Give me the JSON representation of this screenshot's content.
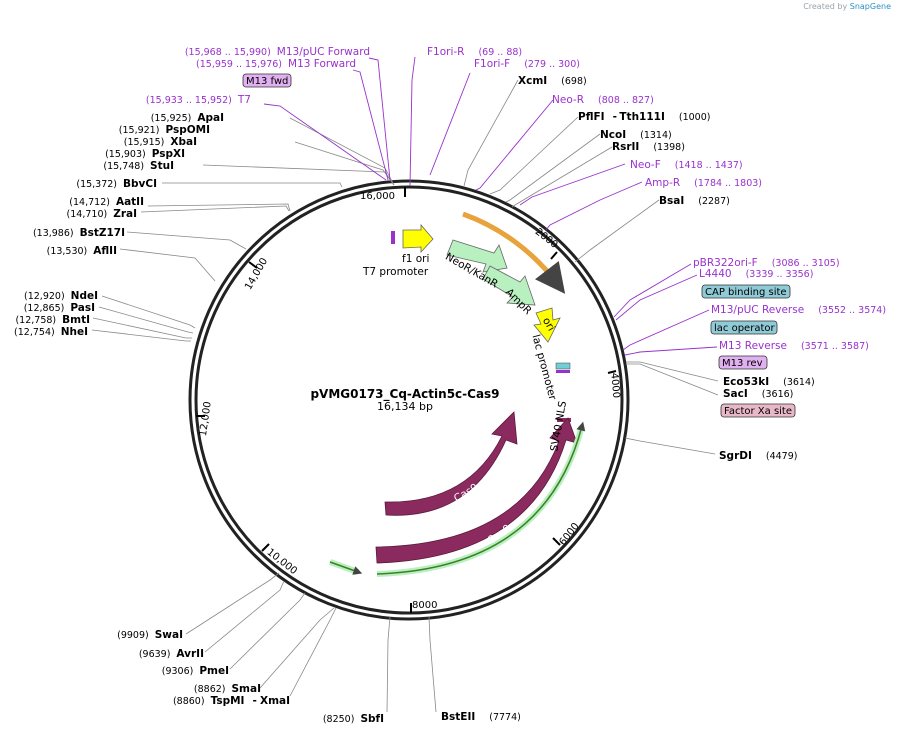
{
  "credit": {
    "prefix": "Created by",
    "brand": "SnapGene"
  },
  "plasmid": {
    "name": "pVMG0173_Cq-Actin5c-Cas9",
    "size": "16,134 bp"
  },
  "ticks": [
    "16,000",
    "2000",
    "4000",
    "6000",
    "8000",
    "10,000",
    "12,000",
    "14,000"
  ],
  "colors": {
    "primer": "#9932cc",
    "site": "#000000",
    "cas9": "#8b2a5e",
    "feature_green": "#b8f0c0",
    "promoter_yellow": "#ffff00",
    "primer_bind_orange": "#e8a33c"
  },
  "features": {
    "f1_ori": "f1 ori",
    "t7_promoter": "T7 promoter",
    "neor": "NeoR/KanR",
    "ampr": "AmpR",
    "ori": "ori",
    "lac_promoter": "lac promoter",
    "sv40": "SV40 NLS",
    "cas9_a": "Cas9",
    "cas9_b": "Cas9"
  },
  "boxes": {
    "m13fwd": "M13 fwd",
    "cap": "CAP binding site",
    "lacop": "lac operator",
    "m13rev": "M13 rev",
    "factorxa": "Factor Xa site"
  },
  "labels": {
    "m13puc_fwd": {
      "coord": "(15,968 .. 15,990)",
      "name": "M13/pUC Forward"
    },
    "m13_fwd": {
      "coord": "(15,959 .. 15,976)",
      "name": "M13 Forward"
    },
    "t7": {
      "coord": "(15,933 .. 15,952)",
      "name": "T7"
    },
    "apai": {
      "coord": "(15,925)",
      "name": "ApaI"
    },
    "pspomi": {
      "coord": "(15,921)",
      "name": "PspOMI"
    },
    "xbai": {
      "coord": "(15,915)",
      "name": "XbaI"
    },
    "pspxi": {
      "coord": "(15,903)",
      "name": "PspXI"
    },
    "stui": {
      "coord": "(15,748)",
      "name": "StuI"
    },
    "bbvci": {
      "coord": "(15,372)",
      "name": "BbvCI"
    },
    "aatii": {
      "coord": "(14,712)",
      "name": "AatII"
    },
    "zrai": {
      "coord": "(14,710)",
      "name": "ZraI"
    },
    "bstz17i": {
      "coord": "(13,986)",
      "name": "BstZ17I"
    },
    "aflii": {
      "coord": "(13,530)",
      "name": "AflII"
    },
    "ndei": {
      "coord": "(12,920)",
      "name": "NdeI"
    },
    "pasi": {
      "coord": "(12,865)",
      "name": "PasI"
    },
    "bmti": {
      "coord": "(12,758)",
      "name": "BmtI"
    },
    "nhei": {
      "coord": "(12,754)",
      "name": "NheI"
    },
    "f1ori_r": {
      "name": "F1ori-R",
      "coord": "(69 .. 88)"
    },
    "f1ori_f": {
      "name": "F1ori-F",
      "coord": "(279 .. 300)"
    },
    "xcmi": {
      "name": "XcmI",
      "coord": "(698)"
    },
    "neo_r": {
      "name": "Neo-R",
      "coord": "(808 .. 827)"
    },
    "pflfi": {
      "name": "PflFI",
      "sep": "-",
      "name2": "Tth111I",
      "coord": "(1000)"
    },
    "ncoi": {
      "name": "NcoI",
      "coord": "(1314)"
    },
    "rsrii": {
      "name": "RsrII",
      "coord": "(1398)"
    },
    "neo_f": {
      "name": "Neo-F",
      "coord": "(1418 .. 1437)"
    },
    "amp_r": {
      "name": "Amp-R",
      "coord": "(1784 .. 1803)"
    },
    "bsai": {
      "name": "BsaI",
      "coord": "(2287)"
    },
    "pbr322ori": {
      "name": "pBR322ori-F",
      "coord": "(3086 .. 3105)"
    },
    "l4440": {
      "name": "L4440",
      "coord": "(3339 .. 3356)"
    },
    "m13puc_rev": {
      "name": "M13/pUC Reverse",
      "coord": "(3552 .. 3574)"
    },
    "m13_rev": {
      "name": "M13 Reverse",
      "coord": "(3571 .. 3587)"
    },
    "eco53ki": {
      "name": "Eco53kI",
      "coord": "(3614)"
    },
    "saci": {
      "name": "SacI",
      "coord": "(3616)"
    },
    "sgrdi": {
      "name": "SgrDI",
      "coord": "(4479)"
    },
    "bsteii": {
      "name": "BstEII",
      "coord": "(7774)"
    },
    "sbfi": {
      "name": "SbfI",
      "coord": "(8250)"
    },
    "tspmi": {
      "coord": "(8860)",
      "name": "TspMI",
      "sep": "-",
      "name2": "XmaI"
    },
    "smai": {
      "coord": "(8862)",
      "name": "SmaI"
    },
    "pmei": {
      "coord": "(9306)",
      "name": "PmeI"
    },
    "avrii": {
      "coord": "(9639)",
      "name": "AvrII"
    },
    "swai": {
      "coord": "(9909)",
      "name": "SwaI"
    }
  }
}
